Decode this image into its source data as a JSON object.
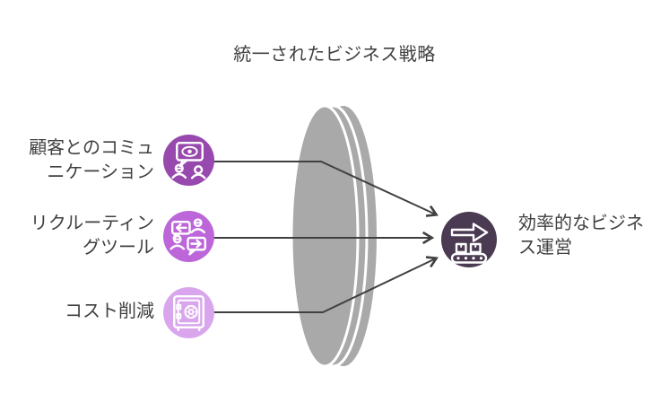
{
  "title": "統一されたビジネス戦略",
  "colors": {
    "background": "#ffffff",
    "text": "#404040",
    "line": "#404040",
    "lens": "#a9a9a9",
    "input_1": "#9849ae",
    "input_2": "#bc66da",
    "input_3": "#d9a6ee",
    "output": "#4a3a52"
  },
  "inputs": [
    {
      "label_lines": [
        "顧客とのコミュ",
        "ニケーション"
      ],
      "icon": "customer-communication-icon",
      "color": "#9849ae"
    },
    {
      "label_lines": [
        "リクルーティン",
        "グツール"
      ],
      "icon": "recruiting-chat-icon",
      "color": "#bc66da"
    },
    {
      "label_lines": [
        "コスト削減"
      ],
      "icon": "cost-saving-safe-icon",
      "color": "#d9a6ee"
    }
  ],
  "output": {
    "label_lines": [
      "効率的なビジネ",
      "ス運営"
    ],
    "icon": "conveyor-arrow-icon",
    "color": "#4a3a52"
  }
}
